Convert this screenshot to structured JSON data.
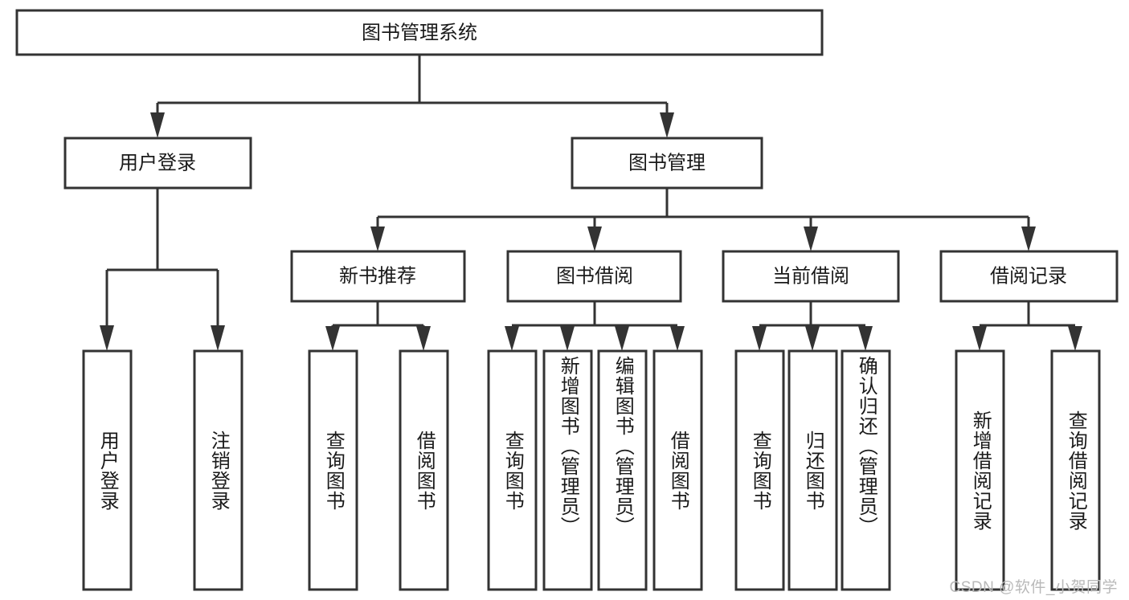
{
  "diagram": {
    "title": "图书管理系统",
    "type": "tree-hierarchy-functional-decomposition",
    "watermark": "CSDN @软件_小贺同学",
    "colors": {
      "box_stroke": "#333333",
      "box_fill": "#ffffff",
      "label_text": "#1a1a1a",
      "watermark_text": "#b9b9b9",
      "background": "#ffffff"
    },
    "root": {
      "label": "图书管理系统"
    },
    "level2": [
      {
        "id": "user-login",
        "label": "用户登录"
      },
      {
        "id": "book-management",
        "label": "图书管理"
      }
    ],
    "level3": [
      {
        "id": "new-book-recommend",
        "label": "新书推荐",
        "parent": "book-management"
      },
      {
        "id": "book-borrow",
        "label": "图书借阅",
        "parent": "book-management"
      },
      {
        "id": "current-borrow",
        "label": "当前借阅",
        "parent": "book-management"
      },
      {
        "id": "borrow-record",
        "label": "借阅记录",
        "parent": "book-management"
      }
    ],
    "leaves": {
      "user-login": [
        {
          "id": "leaf-user-login",
          "label": "用户登录"
        },
        {
          "id": "leaf-logout-login",
          "label": "注销登录"
        }
      ],
      "new-book-recommend": [
        {
          "id": "leaf-query-book-1",
          "label": "查询图书"
        },
        {
          "id": "leaf-borrow-book-1",
          "label": "借阅图书"
        }
      ],
      "book-borrow": [
        {
          "id": "leaf-query-book-2",
          "label": "查询图书"
        },
        {
          "id": "leaf-add-book",
          "label": "新增图书（管理员）"
        },
        {
          "id": "leaf-edit-book",
          "label": "编辑图书（管理员）"
        },
        {
          "id": "leaf-borrow-book-2",
          "label": "借阅图书"
        }
      ],
      "current-borrow": [
        {
          "id": "leaf-query-book-3",
          "label": "查询图书"
        },
        {
          "id": "leaf-return-book",
          "label": "归还图书"
        },
        {
          "id": "leaf-confirm-return",
          "label": "确认归还（管理员）"
        }
      ],
      "borrow-record": [
        {
          "id": "leaf-add-record",
          "label": "新增借阅记录"
        },
        {
          "id": "leaf-query-record",
          "label": "查询借阅记录"
        }
      ]
    }
  }
}
